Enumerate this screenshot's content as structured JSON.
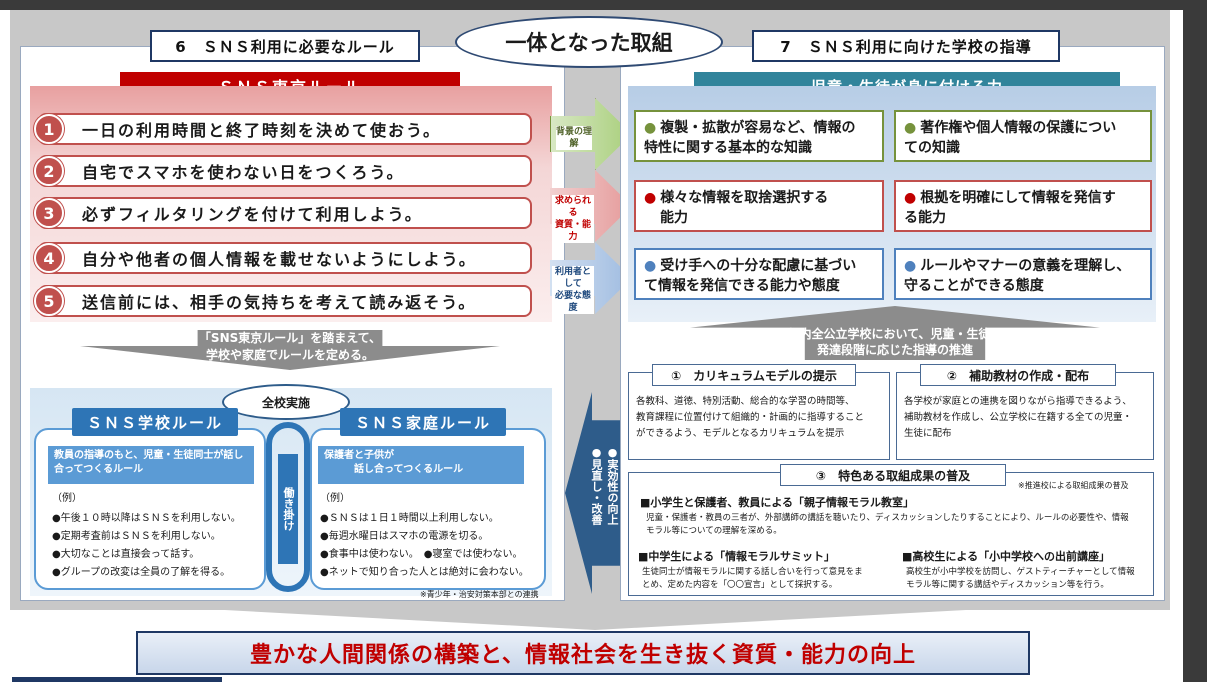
{
  "main_title": "一体となった取組",
  "left": {
    "section_title": "6　ＳＮＳ利用に必要なルール",
    "banner": "ＳＮＳ東京ルール",
    "rules": [
      {
        "num": "1",
        "text": "一日の利用時間と終了時刻を決めて使おう。"
      },
      {
        "num": "2",
        "text": "自宅でスマホを使わない日をつくろう。"
      },
      {
        "num": "3",
        "text": "必ずフィルタリングを付けて利用しよう。"
      },
      {
        "num": "4",
        "text": "自分や他者の個人情報を載せないようにしよう。"
      },
      {
        "num": "5",
        "text": "送信前には、相手の気持ちを考えて読み返そう。"
      }
    ],
    "arrow_text_1": "「SNS東京ルール」を踏まえて、",
    "arrow_text_2": "学校や家庭でルールを定める。",
    "oval": "全校実施",
    "school": {
      "title": "ＳＮＳ学校ルール",
      "sub": "教員の指導のもと、児童・生徒同士が話し合ってつくるルール",
      "example": "（例）",
      "items": [
        "●午後１０時以降はＳＮＳを利用しない。",
        "●定期考査前はＳＮＳを利用しない。",
        "●大切なことは直接会って話す。",
        "●グループの改変は全員の了解を得る。"
      ]
    },
    "middle_label": "働き掛け",
    "home": {
      "title": "ＳＮＳ家庭ルール",
      "sub_1": "保護者と子供が",
      "sub_2": "話し合ってつくるルール",
      "example": "（例）",
      "items": [
        "●ＳＮＳは１日１時間以上利用しない。",
        "●毎週水曜日はスマホの電源を切る。",
        "●食事中は使わない。　●寝室では使わない。",
        "●ネットで知り合った人とは絶対に会わない。"
      ]
    },
    "footnote": "※青少年・治安対策本部との連携"
  },
  "center": {
    "tag1": [
      "背景の理解"
    ],
    "tag2": [
      "求められる",
      "資質・能力"
    ],
    "tag3": [
      "利用者として",
      "必要な態度"
    ],
    "vertical_1": "●実効性の向上",
    "vertical_2": "●見直し・改善"
  },
  "right": {
    "section_title": "7　ＳＮＳ利用に向けた学校の指導",
    "banner": "児童・生徒が身に付ける力",
    "skills": [
      {
        "color": "#76923c",
        "text_1": "複製・拡散が容易など、情報の",
        "text_2": "特性に関する基本的な知識"
      },
      {
        "color": "#76923c",
        "text_1": "著作権や個人情報の保護につい",
        "text_2": "ての知識"
      },
      {
        "color": "#c00000",
        "text_1": "様々な情報を取捨選択する",
        "text_2": "能力"
      },
      {
        "color": "#c00000",
        "text_1": "根拠を明確にして情報を発信す",
        "text_2": "る能力"
      },
      {
        "color": "#4f81bd",
        "text_1": "受け手への十分な配慮に基づい",
        "text_2": "て情報を発信できる能力や態度"
      },
      {
        "color": "#4f81bd",
        "text_1": "ルールやマナーの意義を理解し、",
        "text_2": "守ることができる態度"
      }
    ],
    "arrow_text_1": "都内全公立学校において、児童・生徒の",
    "arrow_text_2": "発達段階に応じた指導の推進",
    "box1": {
      "title": "①　カリキュラムモデルの提示",
      "lines": [
        "各教科、道徳、特別活動、総合的な学習の時間等、",
        "教育課程に位置付けて組織的・計画的に指導すること",
        "ができるよう、モデルとなるカリキュラムを提示"
      ]
    },
    "box2": {
      "title": "②　補助教材の作成・配布",
      "lines": [
        "各学校が家庭との連携を図りながら指導できるよう、",
        "補助教材を作成し、公立学校に在籍する全ての児童・",
        "生徒に配布"
      ]
    },
    "box3": {
      "title": "③　特色ある取組成果の普及",
      "note": "※推進校による取組成果の普及",
      "item1_title": "■小学生と保護者、教員による「親子情報モラル教室」",
      "item1_lines": [
        "児童・保護者・教員の三者が、外部講師の講話を聴いたり、ディスカッションしたりすることにより、ルールの必要性や、情報",
        "モラル等についての理解を深める。"
      ],
      "item2_title": "■中学生による「情報モラルサミット」",
      "item2_lines": [
        "生徒同士が情報モラルに関する話し合いを行って意見をま",
        "とめ、定めた内容を「〇〇宣言」として採択する。"
      ],
      "item3_title": "■高校生による「小中学校への出前講座」",
      "item3_lines": [
        "高校生が小中学校を訪問し、ゲストティーチャーとして情報",
        "モラル等に関する講話やディスカッション等を行う。"
      ]
    }
  },
  "bottom": "豊かな人間関係の構築と、情報社会を生き抜く資質・能力の向上"
}
